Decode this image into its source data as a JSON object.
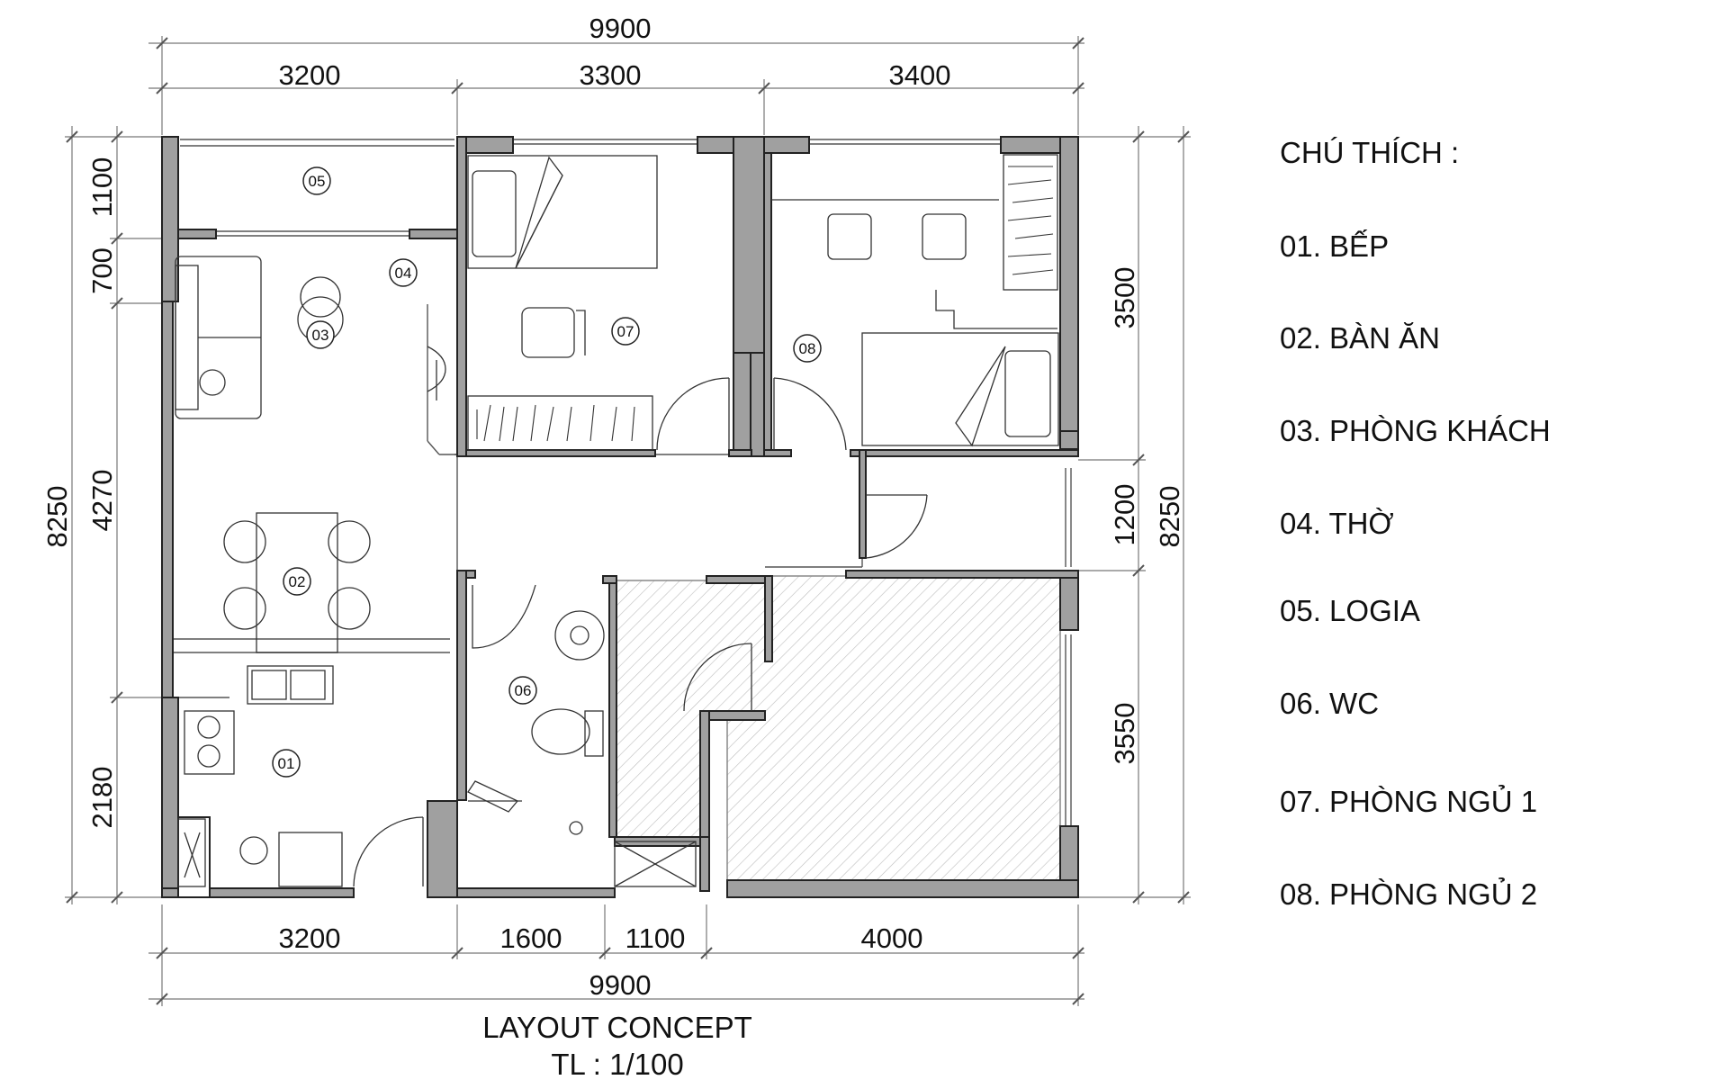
{
  "dimensions": {
    "top_total": "9900",
    "top_segments": [
      "3200",
      "3300",
      "3400"
    ],
    "bottom_segments": [
      "3200",
      "1600",
      "1100",
      "4000"
    ],
    "bottom_total": "9900",
    "left_total": "8250",
    "left_segments": [
      "1100",
      "700",
      "4270",
      "2180"
    ],
    "right_total": "8250",
    "right_segments": [
      "3500",
      "1200",
      "3550"
    ]
  },
  "rooms": [
    {
      "num": "01",
      "name": "BẾP"
    },
    {
      "num": "02",
      "name": "BÀN ĂN"
    },
    {
      "num": "03",
      "name": "PHÒNG KHÁCH"
    },
    {
      "num": "04",
      "name": "THỜ"
    },
    {
      "num": "05",
      "name": "LOGIA"
    },
    {
      "num": "06",
      "name": "WC"
    },
    {
      "num": "07",
      "name": "PHÒNG NGỦ 1"
    },
    {
      "num": "08",
      "name": "PHÒNG NGỦ 2"
    }
  ],
  "legend": {
    "title": "CHÚ THÍCH :",
    "items": [
      "01. BẾP",
      "02. BÀN ĂN",
      "03. PHÒNG KHÁCH",
      "04. THỜ",
      "05. LOGIA",
      "06. WC",
      "07. PHÒNG NGỦ 1",
      "08. PHÒNG NGỦ 2"
    ]
  },
  "caption": {
    "title": "LAYOUT CONCEPT",
    "scale": "TL : 1/100"
  }
}
